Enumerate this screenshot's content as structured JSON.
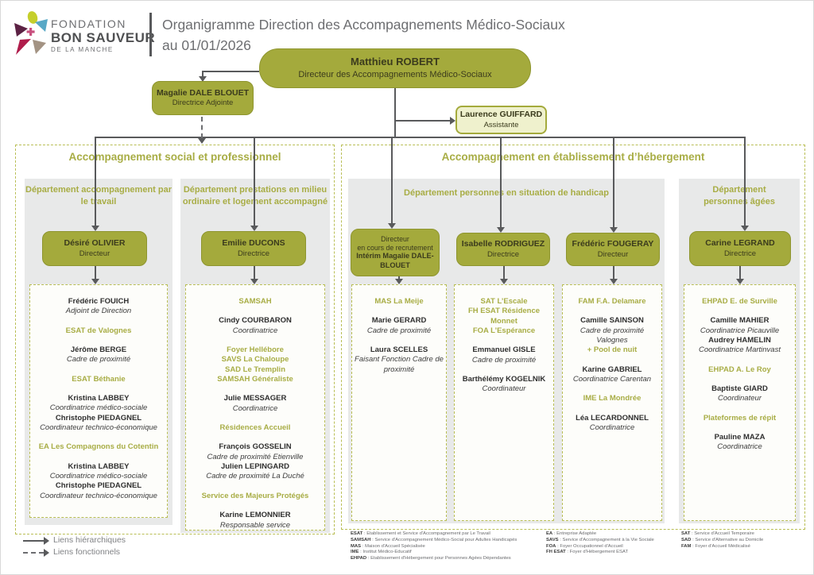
{
  "header": {
    "logo_line1": "FONDATION",
    "logo_line2": "BON SAUVEUR",
    "logo_line3": "DE LA MANCHE",
    "title_line1": "Organigramme Direction des Accompagnements Médico-Sociaux",
    "title_line2": "au 01/01/2026"
  },
  "top_boxes": {
    "director_name": "Matthieu ROBERT",
    "director_role": "Directeur des Accompagnements Médico-Sociaux",
    "deputy_name": "Magalie DALE BLOUET",
    "deputy_role": "Directrice Adjointe",
    "assistant_name": "Laurence GUIFFARD",
    "assistant_role": "Assistante"
  },
  "sections": {
    "left_title": "Accompagnement social et professionnel",
    "right_title": "Accompagnement en établissement d’hébergement"
  },
  "departments": {
    "dept1": "Département accompagnement par le travail",
    "dept2": "Département prestations en milieu ordinaire et logement accompagné",
    "dept3": "Département personnes en situation de handicap",
    "dept4": "Département personnes âgées"
  },
  "recruitment_box": {
    "line1": "Directeur",
    "line2": "en cours de recrutement",
    "line3": "Intérim Magalie DALE-BLOUET"
  },
  "columns": [
    {
      "head_name": "Désiré OLIVIER",
      "head_role": "Directeur",
      "groups": [
        {
          "lines": [
            [
              "name",
              "Frédéric FOUICH"
            ],
            [
              "role",
              "Adjoint de Direction"
            ]
          ]
        },
        {
          "lines": [
            [
              "facility",
              "ESAT de Valognes"
            ]
          ]
        },
        {
          "lines": [
            [
              "name",
              "Jérôme BERGE"
            ],
            [
              "role",
              "Cadre de proximité"
            ]
          ]
        },
        {
          "lines": [
            [
              "facility",
              "ESAT Béthanie"
            ]
          ]
        },
        {
          "lines": [
            [
              "name",
              "Kristina LABBEY"
            ],
            [
              "role",
              "Coordinatrice médico-sociale"
            ],
            [
              "name",
              "Christophe PIEDAGNEL"
            ],
            [
              "role",
              "Coordinateur technico-économique"
            ]
          ]
        },
        {
          "lines": [
            [
              "facility",
              "EA Les Compagnons du Cotentin"
            ]
          ]
        },
        {
          "lines": [
            [
              "name",
              "Kristina LABBEY"
            ],
            [
              "role",
              "Coordinatrice médico-sociale"
            ],
            [
              "name",
              "Christophe PIEDAGNEL"
            ],
            [
              "role",
              "Coordinateur technico-économique"
            ]
          ]
        }
      ]
    },
    {
      "head_name": "Emilie DUCONS",
      "head_role": "Directrice",
      "groups": [
        {
          "lines": [
            [
              "facility",
              "SAMSAH"
            ]
          ]
        },
        {
          "lines": [
            [
              "name",
              "Cindy COURBARON"
            ],
            [
              "role",
              "Coordinatrice"
            ]
          ]
        },
        {
          "lines": [
            [
              "facility",
              "Foyer Hellébore"
            ],
            [
              "facility",
              "SAVS La Chaloupe"
            ],
            [
              "facility",
              "SAD Le Tremplin"
            ],
            [
              "facility",
              "SAMSAH Généraliste"
            ]
          ]
        },
        {
          "lines": [
            [
              "name",
              "Julie MESSAGER"
            ],
            [
              "role",
              "Coordinatrice"
            ]
          ]
        },
        {
          "lines": [
            [
              "facility",
              "Résidences Accueil"
            ]
          ]
        },
        {
          "lines": [
            [
              "name",
              "François GOSSELIN"
            ],
            [
              "role",
              "Cadre de proximité Etienville"
            ],
            [
              "name",
              "Julien LEPINGARD"
            ],
            [
              "role",
              "Cadre de proximité La Duché"
            ]
          ]
        },
        {
          "lines": [
            [
              "facility",
              "Service des Majeurs Protégés"
            ]
          ]
        },
        {
          "lines": [
            [
              "name",
              "Karine LEMONNIER"
            ],
            [
              "role",
              "Responsable service"
            ]
          ]
        }
      ]
    },
    {
      "head_name": "",
      "head_role": "",
      "groups": [
        {
          "lines": [
            [
              "facility",
              "MAS La Meije"
            ]
          ]
        },
        {
          "lines": [
            [
              "name",
              "Marie GERARD"
            ],
            [
              "role",
              "Cadre de proximité"
            ]
          ]
        },
        {
          "lines": [
            [
              "name",
              "Laura SCELLES"
            ],
            [
              "role",
              "Faisant Fonction Cadre de proximité"
            ]
          ]
        }
      ]
    },
    {
      "head_name": "Isabelle RODRIGUEZ",
      "head_role": "Directrice",
      "groups": [
        {
          "lines": [
            [
              "facility",
              "SAT L’Escale"
            ],
            [
              "facility",
              "FH ESAT Résidence Monnet"
            ],
            [
              "facility",
              "FOA L’Espérance"
            ]
          ]
        },
        {
          "lines": [
            [
              "name",
              "Emmanuel GISLE"
            ],
            [
              "role",
              "Cadre de proximité"
            ]
          ]
        },
        {
          "lines": [
            [
              "name",
              "Barthélémy KOGELNIK"
            ],
            [
              "role",
              "Coordinateur"
            ]
          ]
        }
      ]
    },
    {
      "head_name": "Frédéric FOUGERAY",
      "head_role": "Directeur",
      "groups": [
        {
          "lines": [
            [
              "facility",
              "FAM F.A. Delamare"
            ]
          ]
        },
        {
          "lines": [
            [
              "name",
              "Camille SAINSON"
            ],
            [
              "role",
              "Cadre de proximité"
            ],
            [
              "role",
              "Valognes"
            ],
            [
              "facility",
              "+ Pool de nuit"
            ]
          ]
        },
        {
          "lines": [
            [
              "name",
              "Karine GABRIEL"
            ],
            [
              "role",
              "Coordinatrice Carentan"
            ]
          ]
        },
        {
          "lines": [
            [
              "facility",
              "IME La Mondrée"
            ]
          ]
        },
        {
          "lines": [
            [
              "name",
              "Léa LECARDONNEL"
            ],
            [
              "role",
              "Coordinatrice"
            ]
          ]
        }
      ]
    },
    {
      "head_name": "Carine LEGRAND",
      "head_role": "Directrice",
      "groups": [
        {
          "lines": [
            [
              "facility",
              "EHPAD E. de Surville"
            ]
          ]
        },
        {
          "lines": [
            [
              "name",
              "Camille MAHIER"
            ],
            [
              "role",
              "Coordinatrice Picauville"
            ],
            [
              "name",
              "Audrey HAMELIN"
            ],
            [
              "role",
              "Coordinatrice Martinvast"
            ]
          ]
        },
        {
          "lines": [
            [
              "facility",
              "EHPAD A. Le Roy"
            ]
          ]
        },
        {
          "lines": [
            [
              "name",
              "Baptiste GIARD"
            ],
            [
              "role",
              "Coordinateur"
            ]
          ]
        },
        {
          "lines": [
            [
              "facility",
              "Plateformes de répit"
            ]
          ]
        },
        {
          "lines": [
            [
              "name",
              "Pauline MAZA"
            ],
            [
              "role",
              "Coordinatrice"
            ]
          ]
        }
      ]
    }
  ],
  "legend": {
    "hierarchical": "Liens hiérarchiques",
    "functional": "Liens fonctionnels",
    "acronyms_col1": [
      {
        "term": "ESAT",
        "desc": "Etablissement et Service d'Accompagnement par Le Travail"
      },
      {
        "term": "SAMSAH",
        "desc": "Service d'Accompagnement Médico-Social pour Adultes Handicapés"
      },
      {
        "term": "MAS",
        "desc": "Maison d'Accueil Spécialisée"
      },
      {
        "term": "IME",
        "desc": "Institut Médico-Educatif"
      },
      {
        "term": "EHPAD",
        "desc": "Etablissement d'Hébergement pour Personnes Agées Dépendantes"
      }
    ],
    "acronyms_col2": [
      {
        "term": "EA",
        "desc": "Entreprise Adaptée"
      },
      {
        "term": "SAVS",
        "desc": "Service d'Accompagnement à la Vie Sociale"
      },
      {
        "term": "FOA",
        "desc": "Foyer Occupationnel d'Accueil"
      },
      {
        "term": "FH ESAT",
        "desc": "Foyer d'Hébergement ESAT"
      }
    ],
    "acronyms_col3": [
      {
        "term": "SAT",
        "desc": "Service d'Accueil Temporaire"
      },
      {
        "term": "SAD",
        "desc": "Service d'Alternative au Domicile"
      },
      {
        "term": "FAM",
        "desc": "Foyer d'Accueil Médicalisé"
      }
    ]
  },
  "colors": {
    "olive": "#a4aa3c",
    "olive_text": "#a8ad45",
    "light_box_bg": "#eff1cd",
    "panel_gray": "#e8e9e9",
    "line_gray": "#595a5c"
  }
}
